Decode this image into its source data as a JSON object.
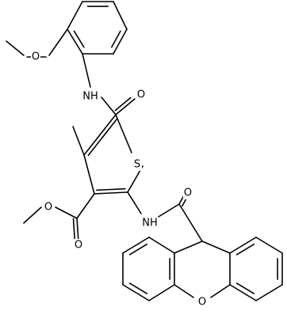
{
  "molecule": {
    "atoms": {
      "o_methoxy": "O",
      "n_amide_top": "NH",
      "o_amide_top": "O",
      "s_thiophene": "S",
      "n_amide_bottom": "NH",
      "o_amide_bottom": "O",
      "o_ester_single": "O",
      "o_ester_double": "O",
      "o_xanthene": "O"
    },
    "colors": {
      "bond": "#000000",
      "label": "#000000",
      "background": "#ffffff"
    }
  }
}
